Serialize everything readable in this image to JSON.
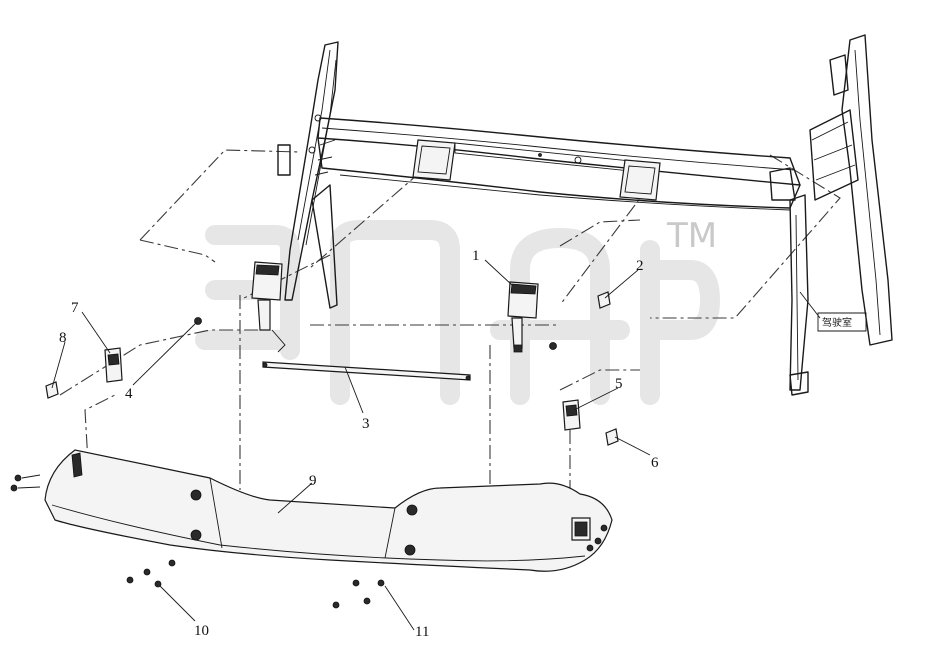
{
  "diagram": {
    "callouts": [
      {
        "id": "1",
        "label": "1"
      },
      {
        "id": "2",
        "label": "2"
      },
      {
        "id": "3",
        "label": "3"
      },
      {
        "id": "4",
        "label": "4"
      },
      {
        "id": "5",
        "label": "5"
      },
      {
        "id": "6",
        "label": "6"
      },
      {
        "id": "7",
        "label": "7"
      },
      {
        "id": "8",
        "label": "8"
      },
      {
        "id": "9",
        "label": "9"
      },
      {
        "id": "10",
        "label": "10"
      },
      {
        "id": "11",
        "label": "11"
      }
    ],
    "cab_label": "驾驶室",
    "watermark_mark": "TM",
    "colors": {
      "line": "#1a1a1a",
      "watermark": "#c9c9c9",
      "background": "#ffffff"
    }
  }
}
